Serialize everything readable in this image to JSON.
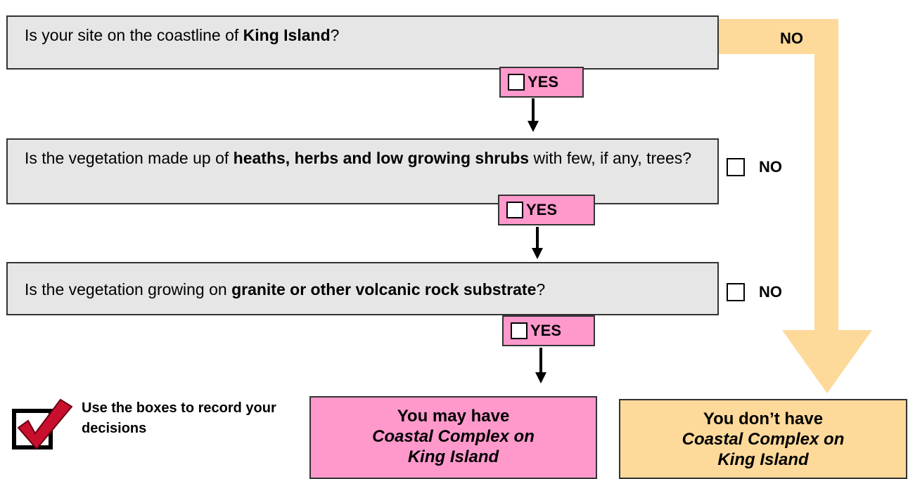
{
  "questions": [
    {
      "prefix": "Is your site on the coastline of ",
      "bold": "King Island",
      "suffix": "?"
    },
    {
      "prefix": "Is the vegetation made up of ",
      "bold": "heaths, herbs and low growing shrubs",
      "suffix": " with few, if any, trees?"
    },
    {
      "prefix": "Is the vegetation growing on ",
      "bold": "granite or other volcanic rock substrate",
      "suffix": "?"
    }
  ],
  "yes_label": "YES",
  "no_label": "NO",
  "legend": {
    "text": "Use the boxes to record your decisions",
    "icon": "checkbox-tick-icon"
  },
  "results": {
    "positive": {
      "line1": "You may have",
      "line2": "Coastal Complex on",
      "line3": "King Island"
    },
    "negative": {
      "line1": "You don’t have",
      "line2": "Coastal Complex on",
      "line3": "King Island"
    }
  },
  "colors": {
    "question_fill": "#e6e6e6",
    "yes_fill": "#ff99cc",
    "no_path_fill": "#fdd99a",
    "border": "#333333"
  }
}
